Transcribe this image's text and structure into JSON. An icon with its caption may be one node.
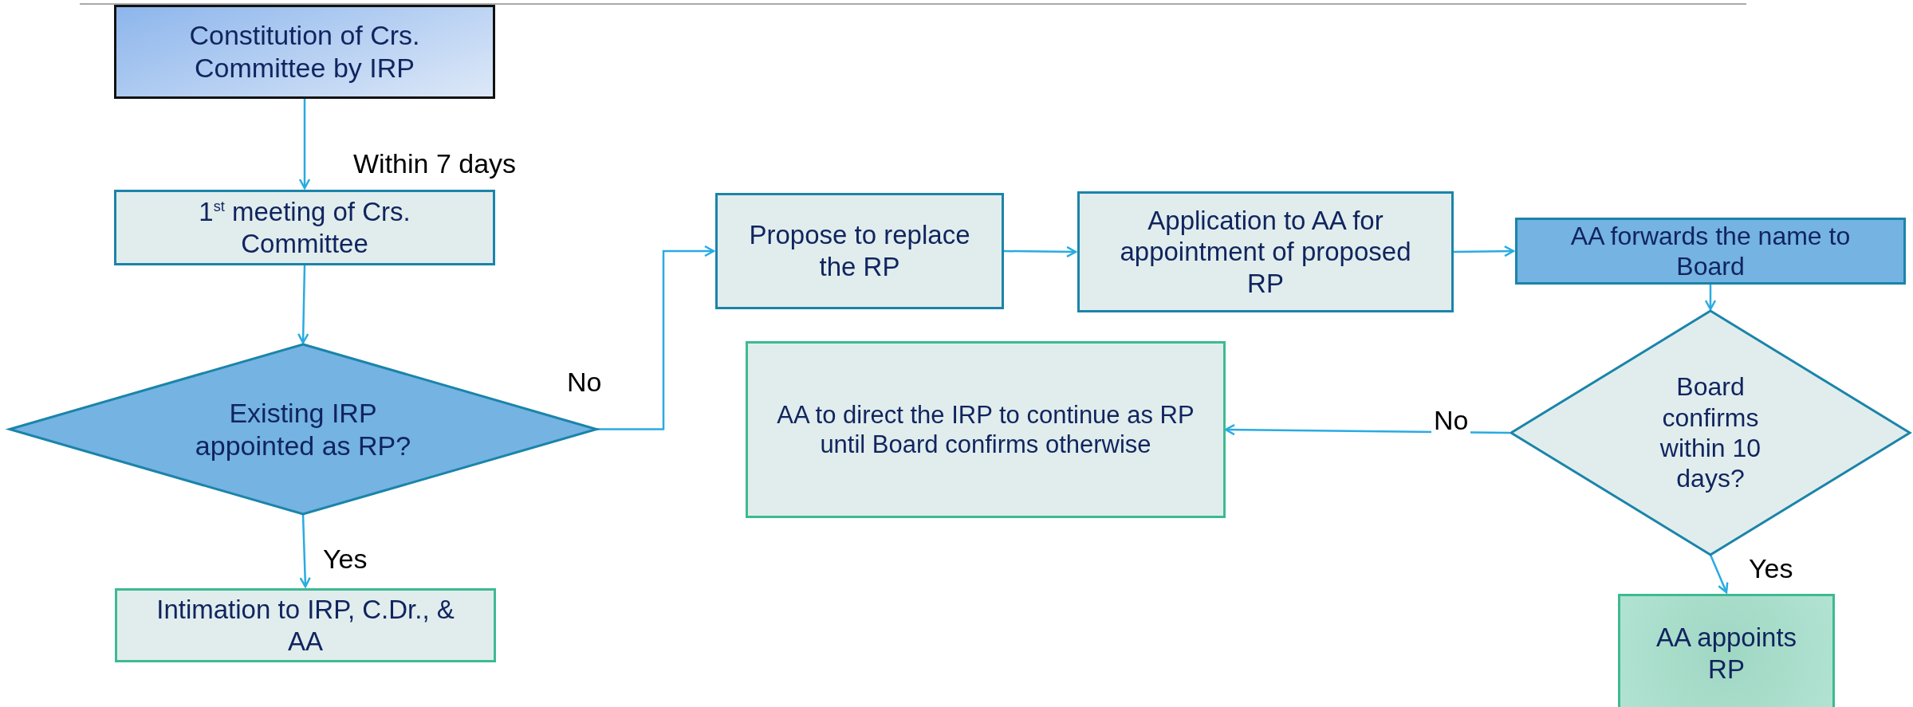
{
  "diagram": {
    "nodes": [
      {
        "text": [
          "Constitution of Crs. Committee by IRP"
        ]
      },
      {
        "text": [
          "1$^{st}$ meeting of Crs. Committee"
        ]
      },
      {
        "text": [
          "Existing IRP appointed as RP?"
        ]
      },
      {
        "text": [
          "Intimation to IRP, C.Dr., & AA"
        ]
      },
      {
        "text": [
          "Propose to replace the RP"
        ]
      },
      {
        "text": [
          "Application to AA for appointment of proposed RP"
        ]
      },
      {
        "text": [
          "AA forwards the name to Board"
        ]
      },
      {
        "text": [
          "Board confirms within 10 days?"
        ]
      },
      {
        "text": [
          "AA to direct the IRP to continue as RP until Board confirms otherwise"
        ]
      },
      {
        "text": [
          "AA appoints RP"
        ]
      }
    ],
    "edges": [
      {
        "from": 0,
        "to": 1,
        "arrow": "to",
        "label": "Within 7 days"
      },
      {
        "from": 1,
        "to": 2,
        "arrow": "to"
      },
      {
        "from": 2,
        "to": 3,
        "arrow": "to",
        "label": "Yes"
      },
      {
        "from": 2,
        "to": 4,
        "arrow": "to",
        "label": "No"
      },
      {
        "from": 4,
        "to": 5,
        "arrow": "to"
      },
      {
        "from": 5,
        "to": 6,
        "arrow": "to"
      },
      {
        "from": 6,
        "to": 7,
        "arrow": "to"
      },
      {
        "from": 7,
        "to": 8,
        "arrow": "to",
        "label": "No"
      },
      {
        "from": 7,
        "to": 9,
        "arrow": "to",
        "label": "Yes"
      }
    ]
  }
}
